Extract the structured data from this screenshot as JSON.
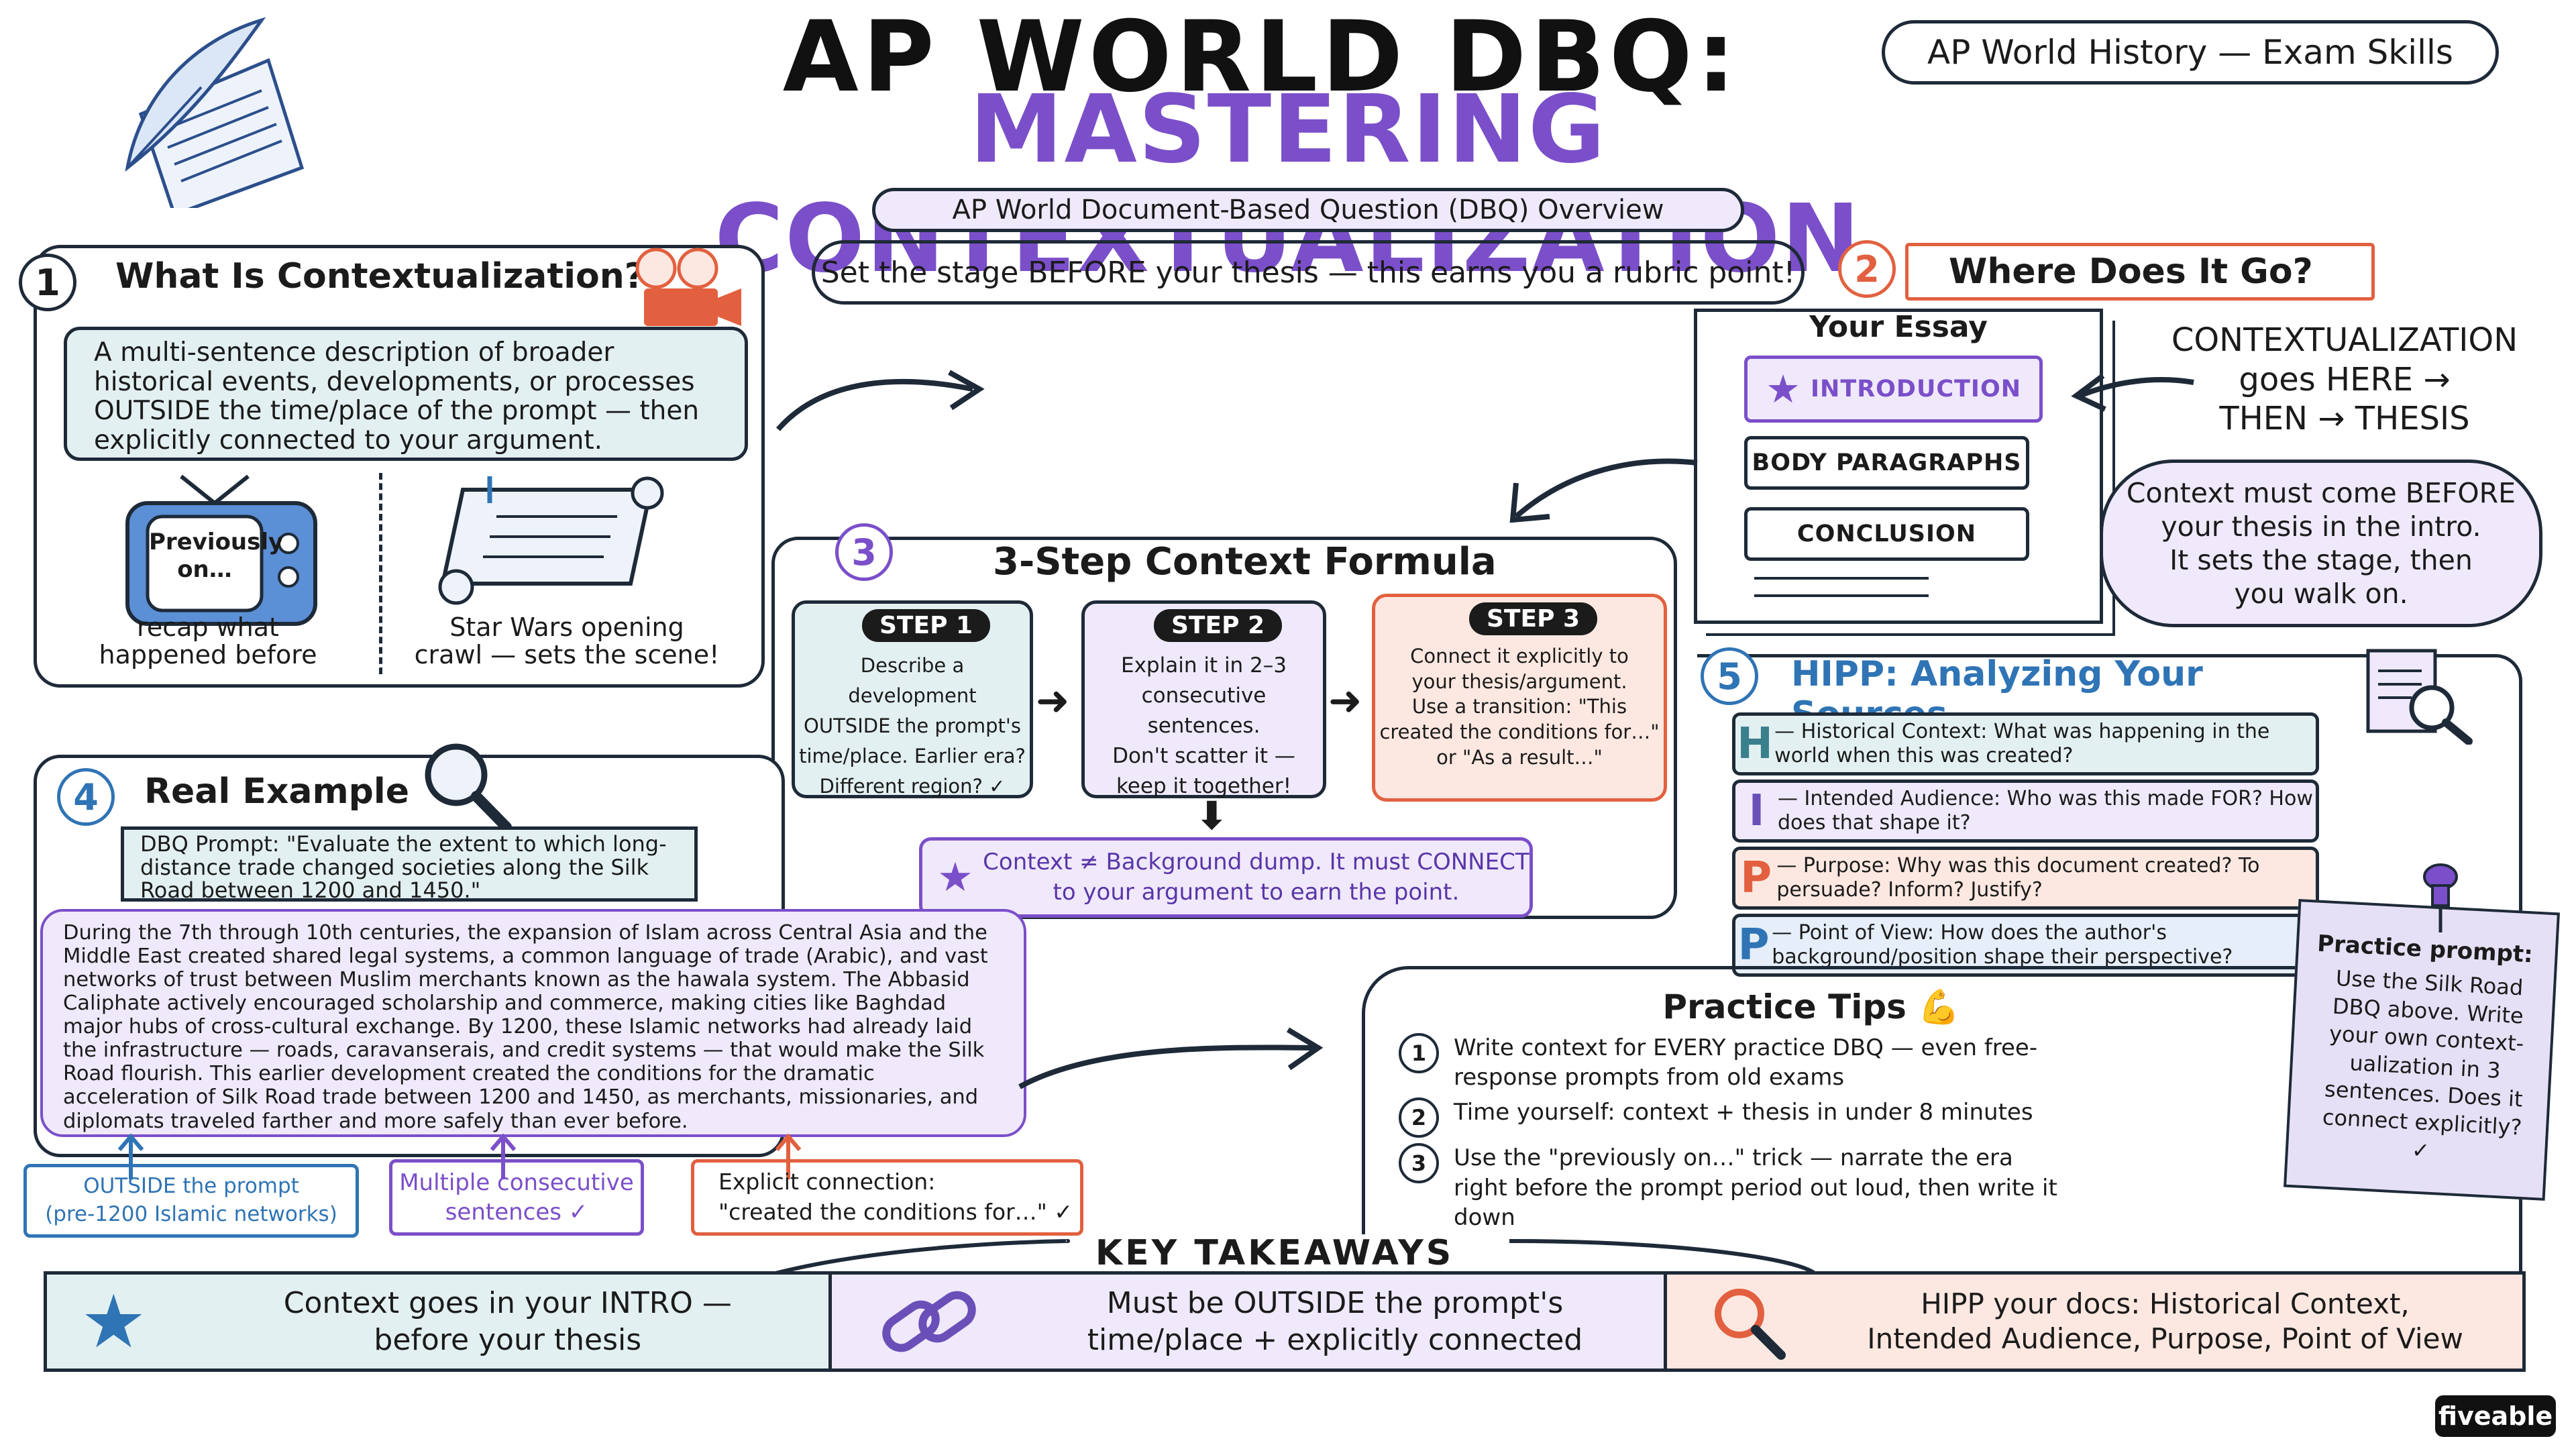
{
  "header": {
    "title": "AP WORLD DBQ:",
    "subtitle": "MASTERING CONTEXTUALIZATION",
    "badge": "AP World History — Exam Skills",
    "overview_label": "AP World Document-Based Question (DBQ) Overview",
    "overview_tagline": "Set the stage BEFORE your thesis — this earns you a rubric point!"
  },
  "section1": {
    "number": "1",
    "title": "What Is Contextualization?",
    "definition": "A multi-sentence description of broader historical events, developments, or processes OUTSIDE the time/place of the prompt — then explicitly connected to your argument.",
    "tv_text": "Previously on…",
    "caption_left": "recap what\nhappened before",
    "caption_right": "Star Wars opening\ncrawl — sets the scene!"
  },
  "section2": {
    "number": "2",
    "title": "Where Does It Go?",
    "essay_title": "Your Essay",
    "essay_items": [
      "INTRODUCTION",
      "BODY PARAGRAPHS",
      "CONCLUSION"
    ],
    "pointer_text": "CONTEXTUALIZATION\ngoes HERE →\nTHEN → THESIS",
    "cloud_text": "Context must come BEFORE\nyour thesis in the intro.\nIt sets the stage, then\nyou walk on."
  },
  "section3": {
    "number": "3",
    "title": "3-Step Context Formula",
    "steps": [
      {
        "label": "STEP 1",
        "text": "Describe a development\nOUTSIDE the prompt's\ntime/place. Earlier era?\nDifferent region? ✓"
      },
      {
        "label": "STEP 2",
        "text": "Explain it in 2–3\nconsecutive sentences.\nDon't scatter it —\nkeep it together!"
      },
      {
        "label": "STEP 3",
        "text": "Connect it explicitly to\nyour thesis/argument.\nUse a transition: \"This\ncreated the conditions for…\"\nor \"As a result…\""
      }
    ],
    "note": "Context ≠ Background dump. It must CONNECT\nto your argument to earn the point."
  },
  "section4": {
    "number": "4",
    "title": "Real Example",
    "prompt": "DBQ Prompt: \"Evaluate the extent to which long-distance trade changed societies along the Silk Road between 1200 and 1450.\"",
    "paragraph": "During the 7th through 10th centuries, the expansion of Islam across Central Asia and the Middle East created shared legal systems, a common language of trade (Arabic), and vast networks of trust between Muslim merchants known as the hawala system. The Abbasid Caliphate actively encouraged scholarship and commerce, making cities like Baghdad major hubs of cross-cultural exchange. By 1200, these Islamic networks had already laid the infrastructure — roads, caravanserais, and credit systems — that would make the Silk Road flourish. This earlier development created the conditions for the dramatic acceleration of Silk Road trade between 1200 and 1450, as merchants, missionaries, and diplomats traveled farther and more safely than ever before.",
    "labels": [
      "OUTSIDE the prompt\n(pre-1200 Islamic networks)",
      "Multiple consecutive\nsentences ✓",
      "Explicit connection:\n\"created the conditions for…\" ✓"
    ]
  },
  "section5": {
    "number": "5",
    "title": "HIPP: Analyzing Your Sources",
    "rows": [
      {
        "letter": "H",
        "text": "— Historical Context: What was happening in the world when this was created?"
      },
      {
        "letter": "I",
        "text": "— Intended Audience: Who was this made FOR? How does that shape it?"
      },
      {
        "letter": "P",
        "text": "— Purpose: Why was this document created? To persuade? Inform? Justify?"
      },
      {
        "letter": "P",
        "text": "— Point of View: How does the author's background/position shape their perspective?"
      }
    ],
    "colors": [
      "#3a7f8c",
      "#6b4fb8",
      "#e2603f",
      "#2f74b5"
    ]
  },
  "practice": {
    "title": "Practice Tips",
    "tips": [
      {
        "num": "1",
        "text": "Write context for EVERY practice DBQ — even free-response prompts from old exams"
      },
      {
        "num": "2",
        "text": "Time yourself: context + thesis in under 8 minutes"
      },
      {
        "num": "3",
        "text": "Use the \"previously on…\" trick — narrate the era right before the prompt period out loud, then write it down"
      }
    ],
    "sticky_title": "Practice prompt:",
    "sticky_text": "Use the Silk Road DBQ above. Write your own context-ualization in 3 sentences. Does it connect explicitly? ✓"
  },
  "takeaways": {
    "title": "KEY TAKEAWAYS",
    "items": [
      {
        "icon": "star-icon",
        "text": "Context goes in your INTRO —\nbefore your thesis"
      },
      {
        "icon": "chain-link-icon",
        "text": "Must be OUTSIDE the prompt's\ntime/place + explicitly connected"
      },
      {
        "icon": "magnifier-icon",
        "text": "HIPP your docs: Historical Context,\nIntended Audience, Purpose, Point of View"
      }
    ]
  },
  "brand": "fiveable",
  "colors": {
    "ink": "#1b1b1b",
    "purple": "#7b4fc9",
    "teal_fill": "#e3f0f1",
    "lavender_fill": "#efe9fb",
    "peach_fill": "#fde8e1",
    "orange": "#e2603f"
  }
}
